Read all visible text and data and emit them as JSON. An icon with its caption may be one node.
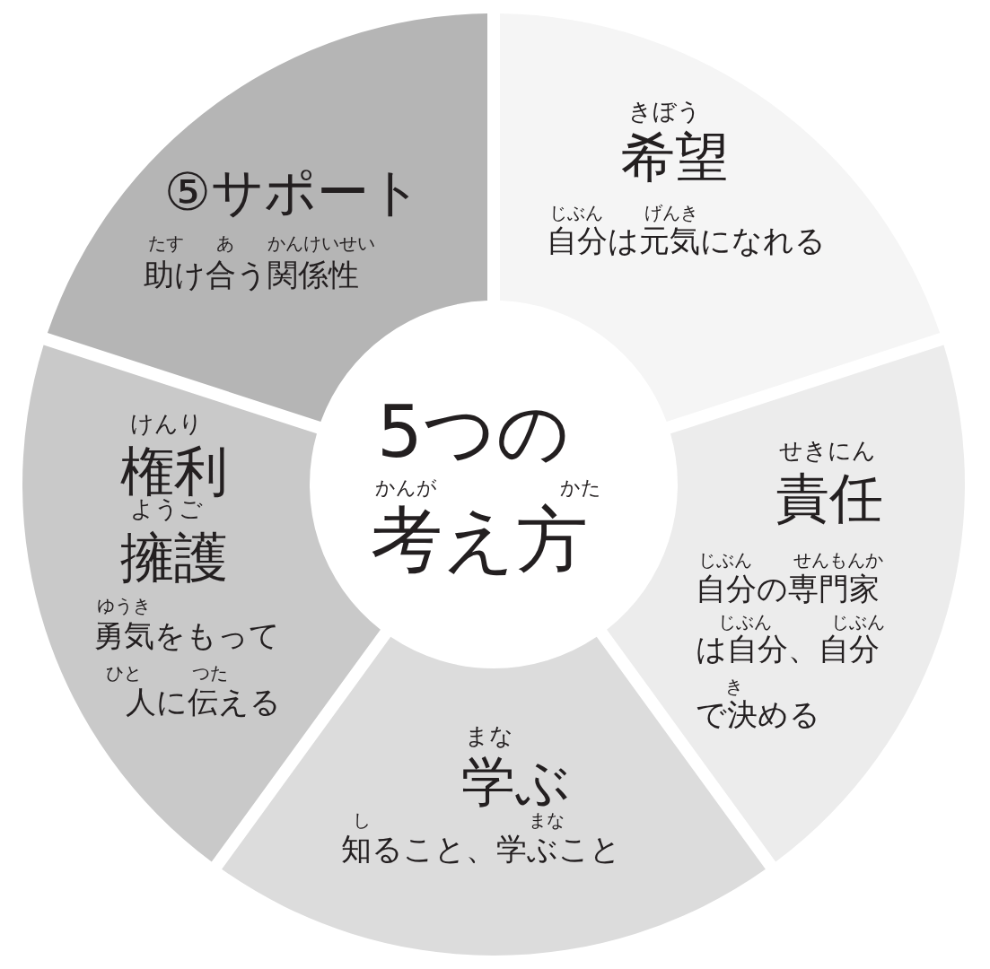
{
  "diagram": {
    "nodes": [
      {
        "text": [
          "5つの",
          "かんが かた",
          "考え方"
        ]
      },
      {
        "text": [
          "きぼう",
          "希望",
          "じぶん げんき",
          "自分は元気になれる"
        ]
      },
      {
        "text": [
          "せきにん",
          "責任",
          "じぶん せんもんか",
          "自分の専門家",
          "じぶん じぶん",
          "は自分、自分",
          "き",
          "で決める"
        ]
      },
      {
        "text": [
          "まな",
          "学ぶ",
          "し まな",
          "知ること、学ぶこと"
        ]
      },
      {
        "text": [
          "けんり",
          "権利",
          "ようご",
          "擁護",
          "ゆうき",
          "勇気をもって",
          "ひと つた",
          "人に伝える"
        ]
      },
      {
        "text": [
          "⑤サポート",
          "たす あ かんけいせい",
          "助け合う関係性"
        ]
      }
    ]
  }
}
